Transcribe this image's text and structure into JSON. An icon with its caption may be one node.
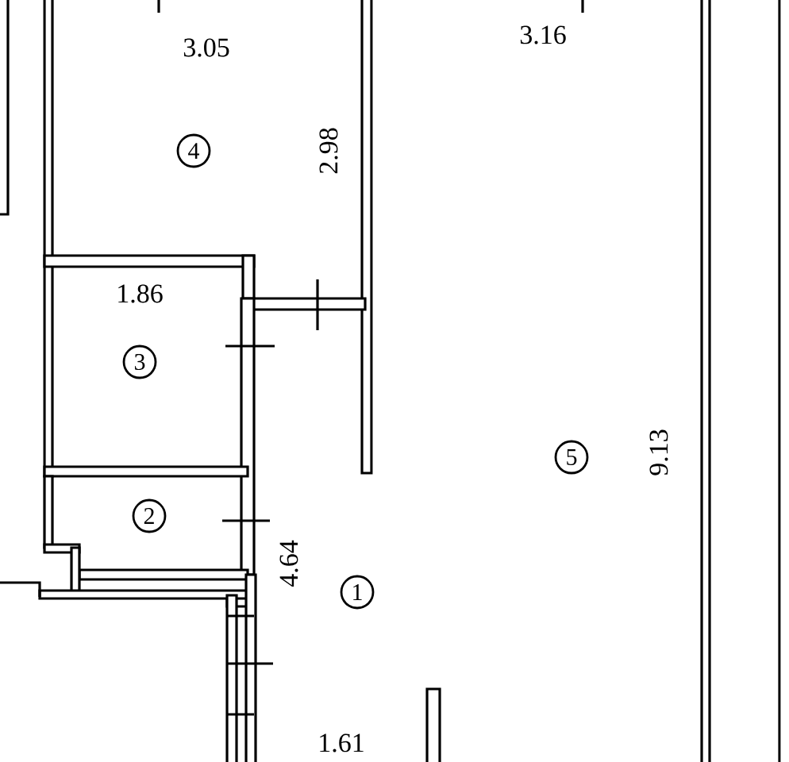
{
  "diagram": {
    "nodes": [
      {
        "text": [
          "4"
        ]
      },
      {
        "text": [
          "3"
        ]
      },
      {
        "text": [
          "5"
        ]
      },
      {
        "text": [
          "2"
        ]
      },
      {
        "text": [
          "1"
        ]
      }
    ],
    "labels": [
      "3.16",
      "3.05",
      "2.98",
      "1.86",
      "9.13",
      "4.64",
      "1.61"
    ]
  }
}
